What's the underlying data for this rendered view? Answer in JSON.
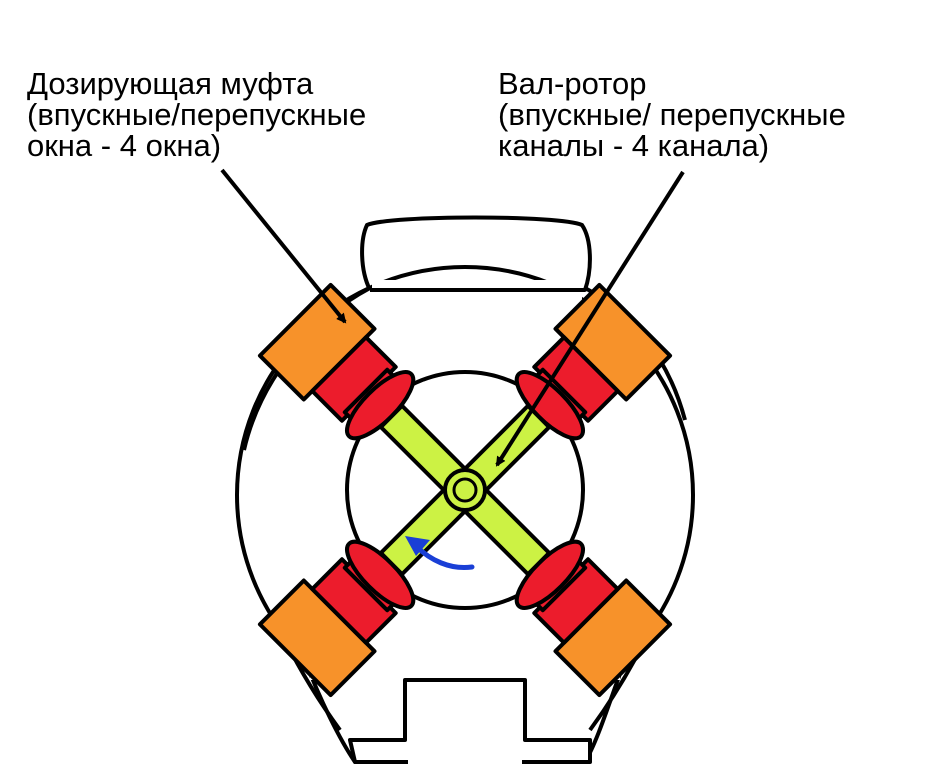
{
  "labels": {
    "metering_sleeve": {
      "line1": "Дозирующая муфта",
      "line2": "(впускные/перепускные",
      "line3": "окна - 4 окна)"
    },
    "rotor_shaft": {
      "line1": "Вал-ротор",
      "line2": "(впускные/ перепускные",
      "line3": "каналы - 4 канала)"
    }
  },
  "colors": {
    "sleeve_window": "#f7922a",
    "plunger": "#ec1c2c",
    "rotor_channel": "#ccf244",
    "rotation_arrow": "#1a3fd6",
    "outline": "#000000",
    "background": "#ffffff"
  }
}
